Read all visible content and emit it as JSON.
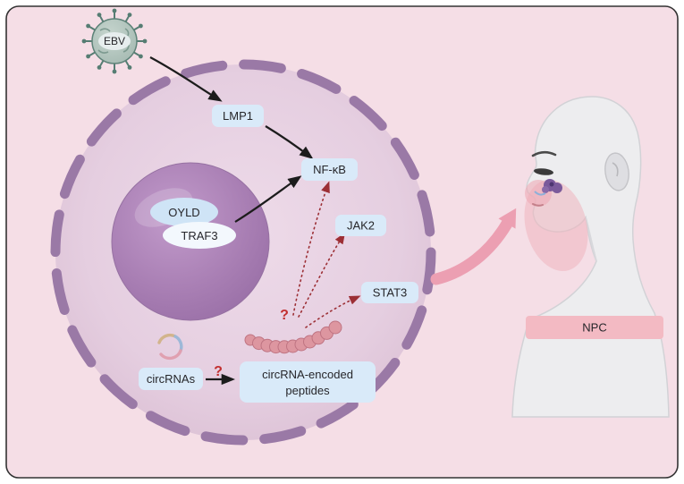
{
  "diagram": {
    "virus_label": "EBV",
    "labels": {
      "lmp1": "LMP1",
      "nfkb": "NF-κB",
      "oyld": "OYLD",
      "traf3": "TRAF3",
      "jak2": "JAK2",
      "stat3": "STAT3",
      "circrnas": "circRNAs",
      "peptides_line1": "circRNA-encoded",
      "peptides_line2": "peptides",
      "npc": "NPC"
    },
    "question_mark": "?",
    "colors": {
      "panel_bg": "#f5dee6",
      "panel_border": "#333333",
      "cell_fill": "#e7d2e3",
      "membrane": "#9a79a6",
      "nucleus": "#ad84b7",
      "label_bg": "#d9eaf9",
      "traf3_bg": "#f3f8fd",
      "black_arrow": "#1c1c1c",
      "dashed_red_arrow": "#9c2f35",
      "question_red": "#c22f2f",
      "pink_arrow": "#ec9fb2",
      "peptide_bead": "#dd96a0",
      "npc_band_bg": "#f3bac3",
      "virus_body": "#b7c9c2",
      "virus_spike": "#567d73",
      "tumor_purple": "#7b5a9b",
      "person_skin": "#ededef"
    }
  }
}
